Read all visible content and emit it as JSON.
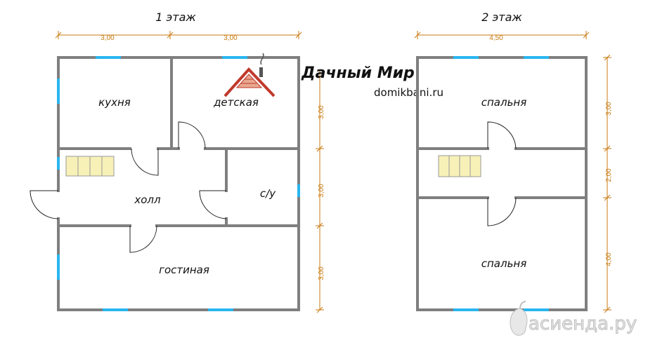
{
  "floor1": {
    "title": "1 этаж",
    "rooms": {
      "kitchen": "кухня",
      "kids": "детская",
      "hall": "холл",
      "bath": "с/у",
      "living": "гостиная"
    },
    "dims_top": [
      "3,00",
      "3,00"
    ],
    "dims_side": [
      "3,00",
      "3,00",
      "3,00"
    ]
  },
  "floor2": {
    "title": "2 этаж",
    "rooms": {
      "bedroom_top": "спальня",
      "bedroom_bottom": "спальня"
    },
    "dims_top": [
      "4,50"
    ],
    "dims_side": [
      "3,00",
      "2,00",
      "4,00"
    ]
  },
  "brand": {
    "name": "Дачный Мир",
    "site": "domikbani.ru",
    "logo": "house-roof-logo"
  },
  "watermark": {
    "text": "асиенда.ру",
    "icon": "bell-pepper-icon"
  },
  "colors": {
    "wall": "#7f7f7f",
    "window": "#29b6f0",
    "dimension": "#c87a10",
    "stairs": "#f7f1b8",
    "logo": "#c0392b"
  }
}
